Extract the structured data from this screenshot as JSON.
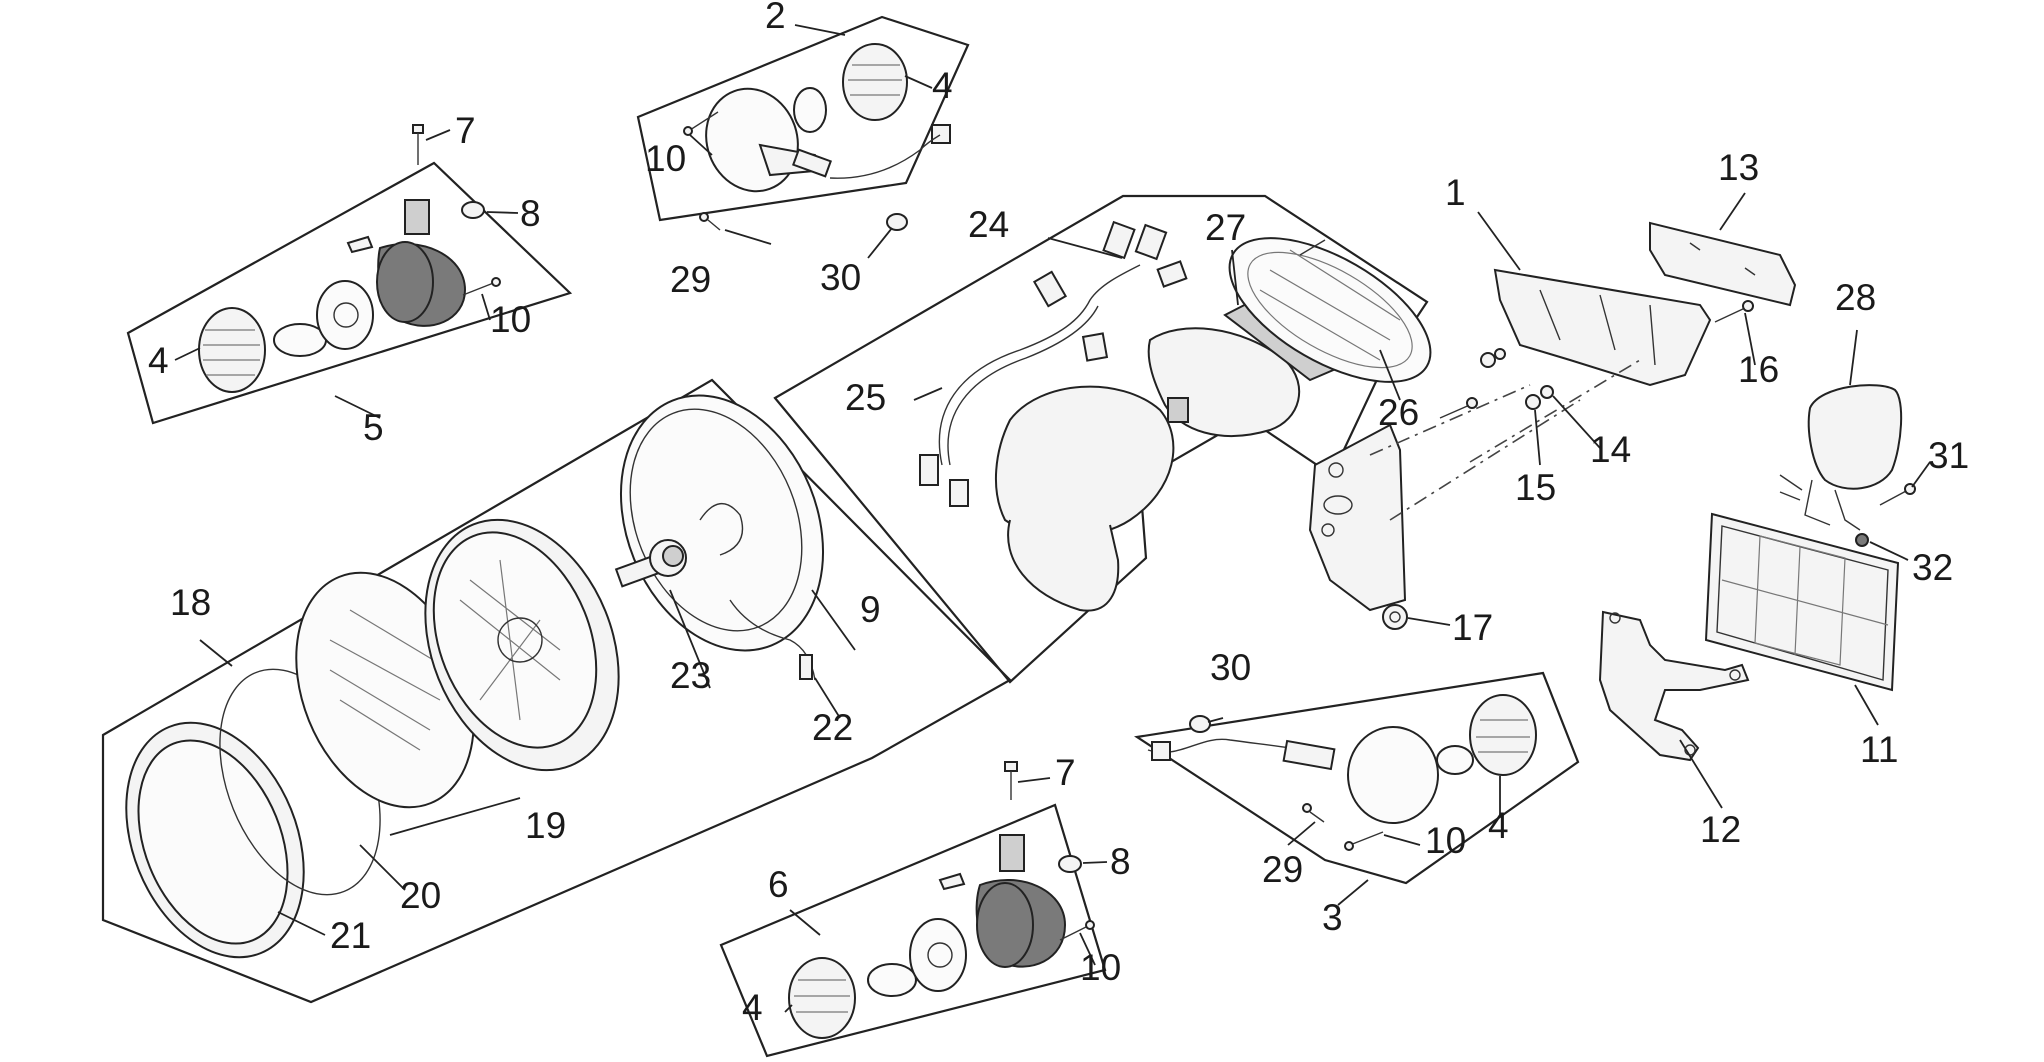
{
  "callouts": {
    "c1": "1",
    "c2": "2",
    "c3": "3",
    "c4a": "4",
    "c4b": "4",
    "c4c": "4",
    "c4d": "4",
    "c5": "5",
    "c6": "6",
    "c7a": "7",
    "c7b": "7",
    "c8a": "8",
    "c8b": "8",
    "c9": "9",
    "c10a": "10",
    "c10b": "10",
    "c10c": "10",
    "c10d": "10",
    "c11": "11",
    "c12": "12",
    "c13": "13",
    "c14": "14",
    "c15": "15",
    "c16": "16",
    "c17": "17",
    "c18": "18",
    "c19": "19",
    "c20": "20",
    "c21": "21",
    "c22": "22",
    "c23": "23",
    "c24": "24",
    "c25": "25",
    "c26": "26",
    "c27": "27",
    "c28": "28",
    "c29a": "29",
    "c29b": "29",
    "c30a": "30",
    "c30b": "30",
    "c31": "31",
    "c32": "32"
  }
}
